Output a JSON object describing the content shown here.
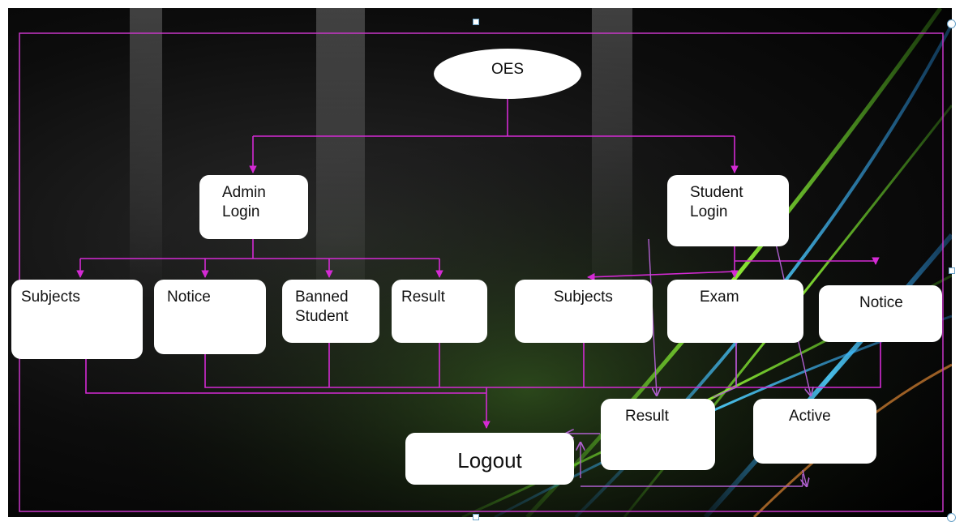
{
  "diagram": {
    "root": "OES",
    "admin_login": "Admin\nLogin",
    "student_login": "Student\nLogin",
    "admin_children": [
      "Subjects",
      "Notice",
      "Banned\nStudent",
      "Result"
    ],
    "student_children": [
      "Subjects",
      "Exam",
      "Notice"
    ],
    "result": "Result",
    "active": "Active",
    "logout": "Logout"
  },
  "colors": {
    "connector": "#d42ad4",
    "border": "#c836c8",
    "selection": "#6aa3c8"
  }
}
